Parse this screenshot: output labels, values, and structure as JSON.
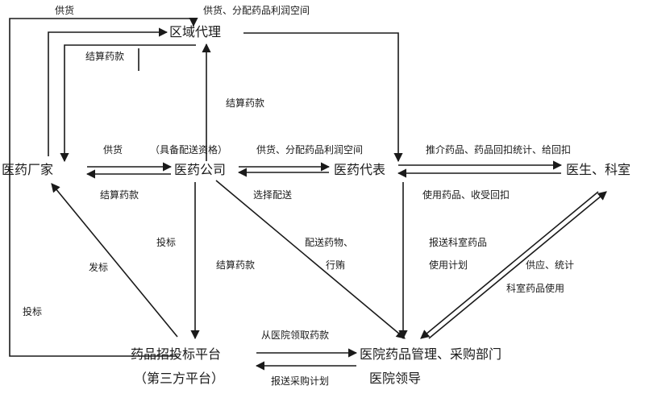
{
  "nodes": {
    "regional_agent": "区域代理",
    "manufacturer": "医药厂家",
    "pharma_company": "医药公司",
    "pharma_rep": "医药代表",
    "doctors": "医生、科室",
    "tender_platform": "药品招投标平台",
    "tender_platform_sub": "（第三方平台）",
    "hospital_dept": "医院药品管理、采购部门",
    "hospital_leaders": "医院领导"
  },
  "edges": {
    "supply_top": "供货",
    "supply_margin_top": "供货、分配药品利润空间",
    "settle_agent_mfr": "结算药款",
    "settle_company_agent": "结算药款",
    "supply_mfr_company": "供货",
    "qualification": "（具备配送资格）",
    "supply_margin_mid": "供货、分配药品利润空间",
    "promote": "推介药品、药品回扣统计、给回扣",
    "settle_company_mfr": "结算药款",
    "choose_delivery": "选择配送",
    "use_kickback": "使用药品、收受回扣",
    "bid_company": "投标",
    "award": "发标",
    "settle_platform": "结算药款",
    "deliver_bribe_1": "配送药物、",
    "deliver_bribe_2": "行贿",
    "report_plan_1": "报送科室药品",
    "report_plan_2": "使用计划",
    "supply_stats_1": "供应、统计",
    "supply_stats_2": "科室药品使用",
    "bid_left": "投标",
    "collect_payment": "从医院领取药款",
    "report_purchase": "报送采购计划"
  }
}
